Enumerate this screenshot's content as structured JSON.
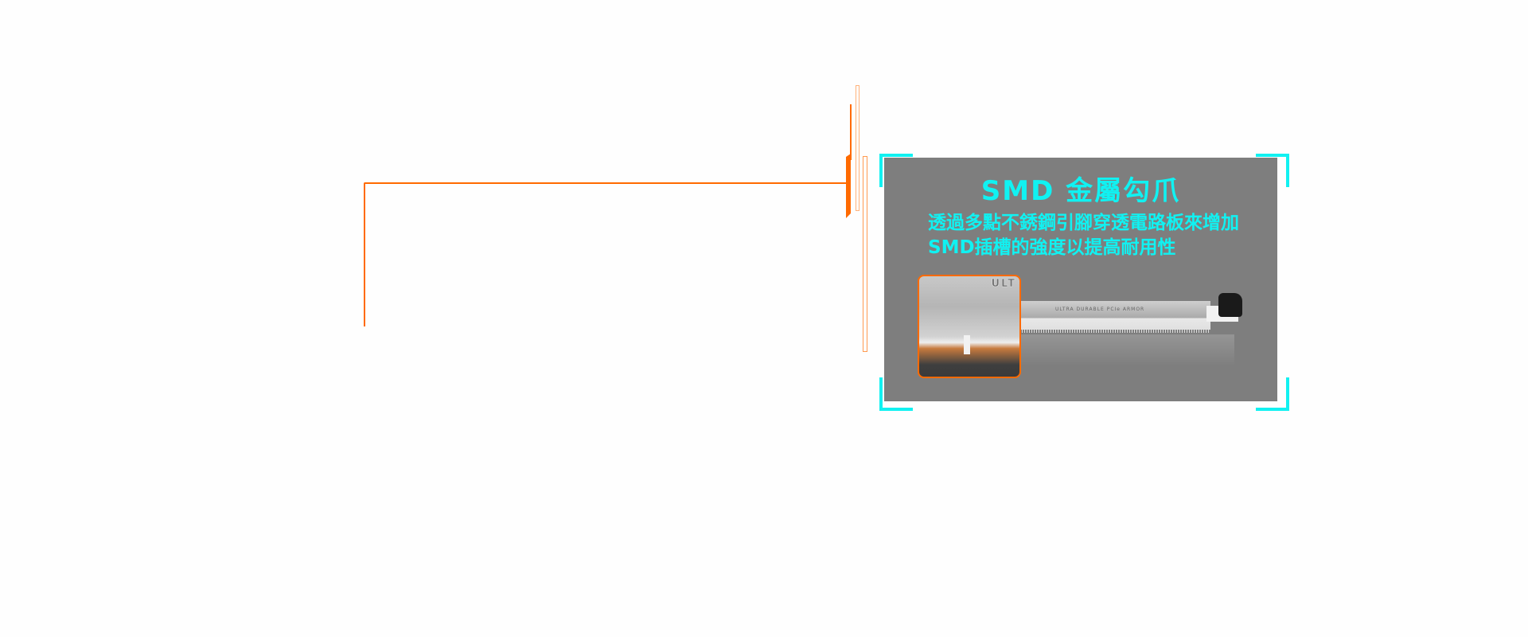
{
  "feature": {
    "title": "SMD 金屬勾爪",
    "description_lines": [
      "透過多點不銹鋼引腳穿透電路板來增加",
      "SMD插槽的強度以提高耐用性"
    ],
    "image": {
      "inset_label": "ULT",
      "connector_label": "ULTRA DURABLE PCIe ARMOR"
    }
  },
  "colors": {
    "accent_orange": "#ff6a00",
    "accent_cyan": "#10f2f2",
    "panel_gray": "#7e7e7e"
  }
}
